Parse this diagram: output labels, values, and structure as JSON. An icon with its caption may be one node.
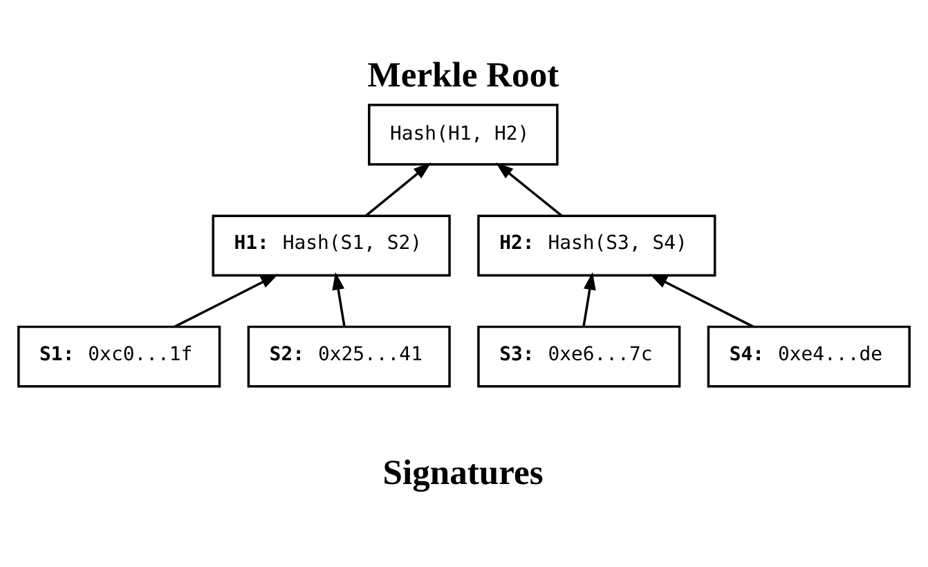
{
  "diagram": {
    "title": "Merkle Root",
    "caption": "Signatures",
    "nodes": [
      {
        "text": [
          "Hash(H1, H2)"
        ]
      },
      {
        "text": [
          "**H1:** Hash(S1, S2)"
        ]
      },
      {
        "text": [
          "**H2:** Hash(S3, S4)"
        ]
      },
      {
        "text": [
          "**S1:** 0xc0...1f"
        ]
      },
      {
        "text": [
          "**S2:** 0x25...41"
        ]
      },
      {
        "text": [
          "**S3:** 0xe6...7c"
        ]
      },
      {
        "text": [
          "**S4:** 0xe4...de"
        ]
      }
    ],
    "edges": [
      {
        "from": 1,
        "to": 0,
        "arrow": "to"
      },
      {
        "from": 2,
        "to": 0,
        "arrow": "to"
      },
      {
        "from": 3,
        "to": 1,
        "arrow": "to"
      },
      {
        "from": 4,
        "to": 1,
        "arrow": "to"
      },
      {
        "from": 5,
        "to": 2,
        "arrow": "to"
      },
      {
        "from": 6,
        "to": 2,
        "arrow": "to"
      }
    ]
  }
}
